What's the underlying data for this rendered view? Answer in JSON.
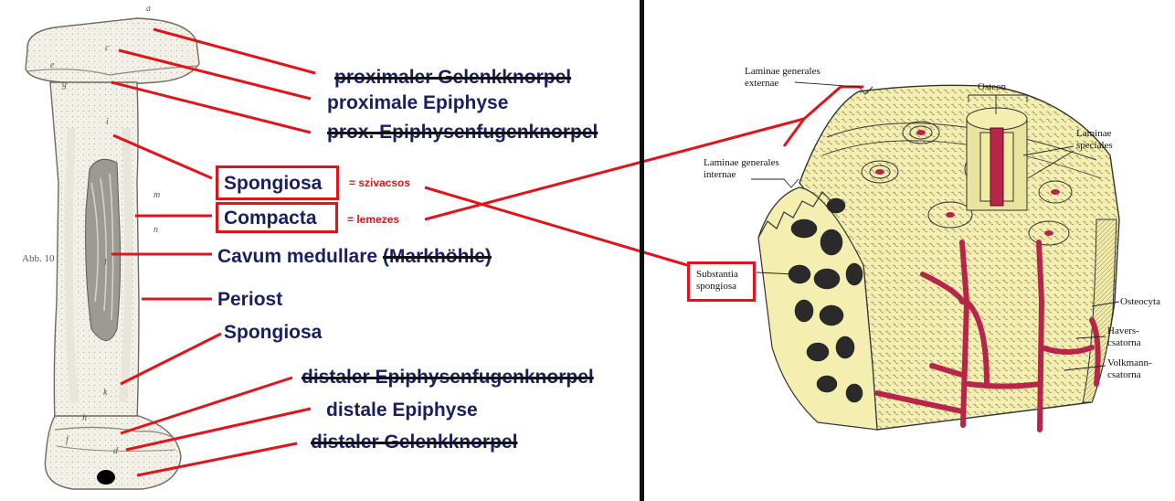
{
  "left_panel": {
    "figure_caption": "Abb. 10",
    "bone_letters": [
      "a",
      "c",
      "e",
      "g",
      "i",
      "m",
      "n",
      "l",
      "k",
      "h",
      "f",
      "d"
    ],
    "labels": {
      "proximal_cartilage": "proximaler Gelenkknorpel",
      "proximal_epiphysis": "proximale Epiphyse",
      "proximal_growth_plate": "prox. Epiphysenfugenknorpel",
      "spongiosa_top": "Spongiosa",
      "spongiosa_note": "= szivacsos",
      "compacta": "Compacta",
      "compacta_note": "= lemezes",
      "cavum": "Cavum medullare",
      "cavum_strike": "(Markhöhle)",
      "periost": "Periost",
      "spongiosa_bottom": "Spongiosa",
      "distal_growth_plate": "distaler Epiphysenfugenknorpel",
      "distal_epiphysis": "distale Epiphyse",
      "distal_cartilage": "distaler Gelenkknorpel"
    }
  },
  "right_panel": {
    "labels": {
      "laminae_externae_1": "Laminae generales",
      "laminae_externae_2": "externae",
      "osteon": "Osteon",
      "laminae_speciales_1": "Laminae",
      "laminae_speciales_2": "speciales",
      "laminae_internae_1": "Laminae generales",
      "laminae_internae_2": "internae",
      "substantia_1": "Substantia",
      "substantia_2": "spongiosa",
      "osteocyta": "Osteocyta",
      "havers_1": "Havers-",
      "havers_2": "csatorna",
      "volkmann_1": "Volkmann-",
      "volkmann_2": "csatorna"
    }
  },
  "colors": {
    "annotation_red": "#e0141a",
    "label_navy": "#1a1f5e",
    "bone_fill": "#f3f1e6",
    "tissue_yellow": "#f4efb0",
    "vessel_red": "#b8254a"
  }
}
